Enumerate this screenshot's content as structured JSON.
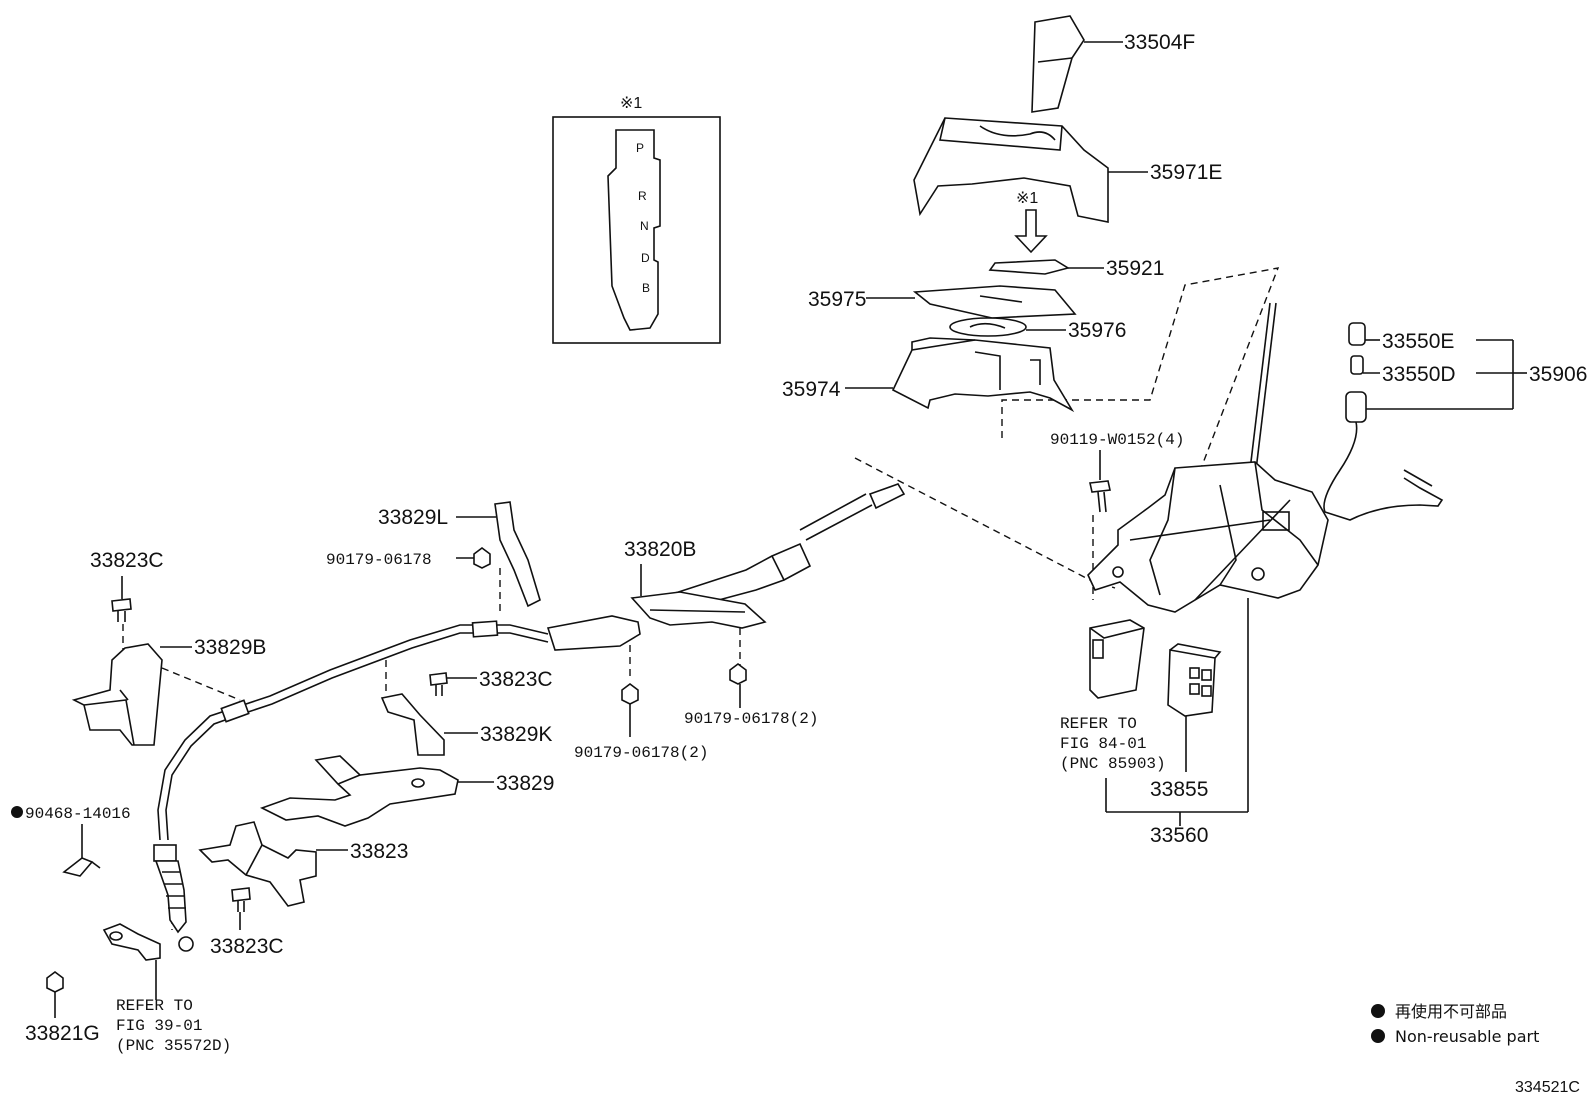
{
  "labels": {
    "p33504F": "33504F",
    "p35971E": "35971E",
    "p35921": "35921",
    "p35975": "35975",
    "p35976": "35976",
    "p35974": "35974",
    "p33550E": "33550E",
    "p33550D": "33550D",
    "p35906": "35906",
    "p90119": "90119-W0152(4)",
    "p33829L": "33829L",
    "p90179a": "90179-06178",
    "p33820B": "33820B",
    "p33823Ctop": "33823C",
    "p33829B": "33829B",
    "p33823Cmid": "33823C",
    "p33829K": "33829K",
    "p90179b": "90179-06178(2)",
    "p90179c": "90179-06178(2)",
    "p33829": "33829",
    "p90468": "90468-14016",
    "p33823": "33823",
    "p33823Cbot": "33823C",
    "p33821G": "33821G",
    "p33855": "33855",
    "p33560": "33560"
  },
  "refs": {
    "fig84": [
      "REFER TO",
      "FIG 84-01",
      "(PNC 85903)"
    ],
    "fig39": [
      "REFER TO",
      "FIG 39-01",
      "(PNC 35572D)"
    ]
  },
  "note_mark": "※1",
  "gate_letters": [
    "P",
    "R",
    "N",
    "D",
    "B"
  ],
  "legend": {
    "jp": "再使用不可部品",
    "en": "Non-reusable part"
  },
  "figure_code": "334521C"
}
